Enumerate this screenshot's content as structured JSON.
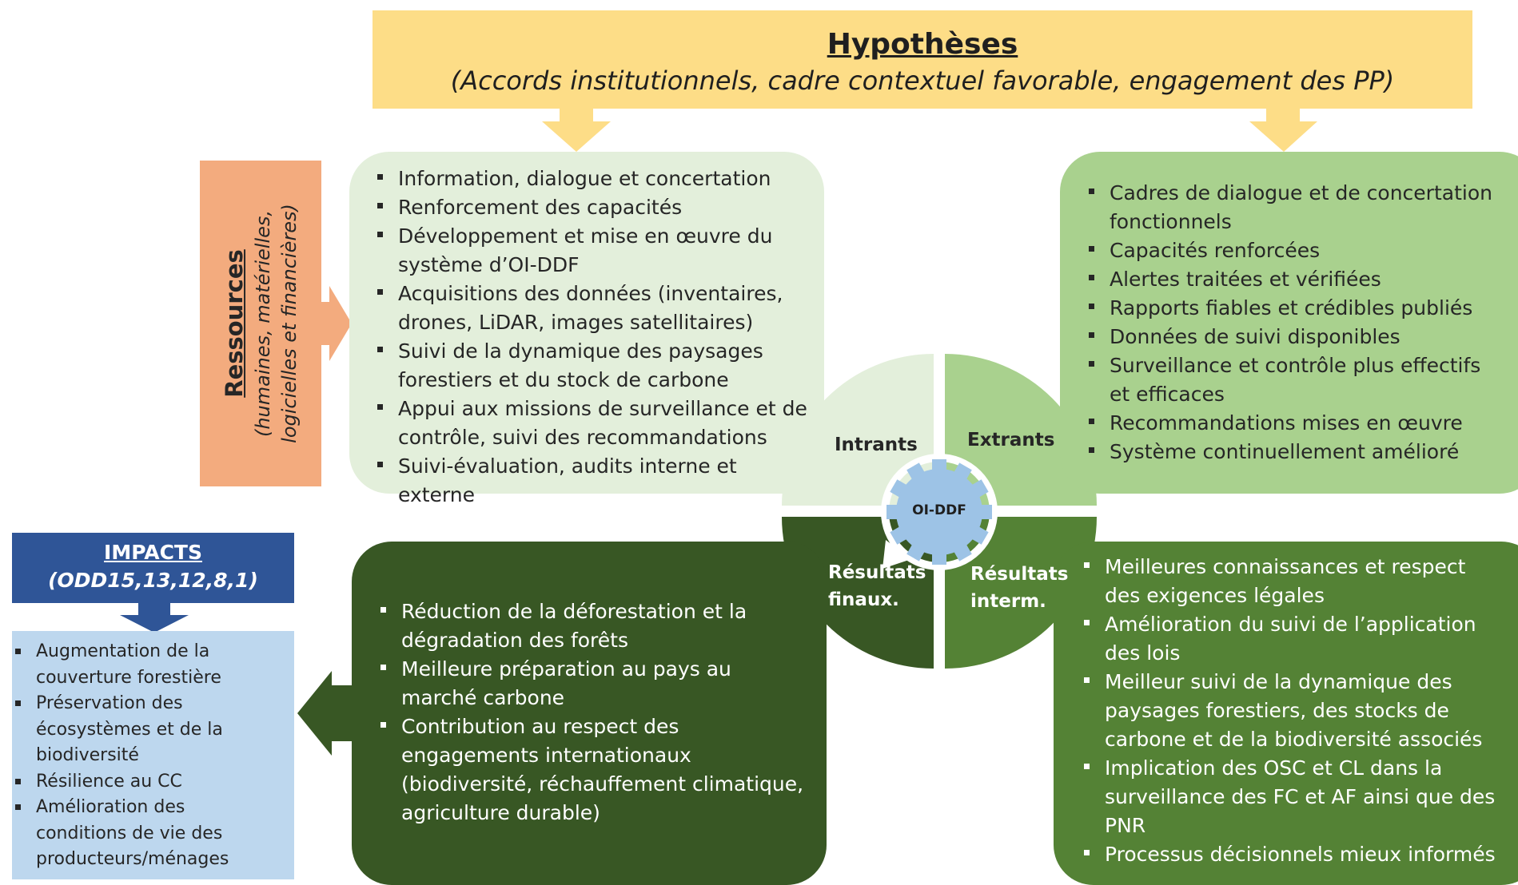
{
  "hypotheses": {
    "title": "Hypothèses",
    "subtitle": "(Accords institutionnels, cadre contextuel favorable, engagement des PP)"
  },
  "ressources": {
    "title": "Ressources",
    "subtitle": "(humaines, matérielles, logicielles et financières)"
  },
  "intrants": {
    "label": "Intrants",
    "items": [
      "Information, dialogue et concertation",
      "Renforcement des capacités",
      "Développement et mise en œuvre du système d’OI-DDF",
      "Acquisitions des données (inventaires, drones, LiDAR, images satellitaires)",
      "Suivi de la dynamique des paysages forestiers et du stock de carbone",
      "Appui aux missions de surveillance et de contrôle, suivi des recommandations",
      "Suivi-évaluation, audits interne et externe"
    ]
  },
  "extrants": {
    "label": "Extrants",
    "items": [
      "Cadres de dialogue et de concertation fonctionnels",
      "Capacités renforcées",
      "Alertes traitées et vérifiées",
      "Rapports fiables et crédibles publiés",
      "Données de suivi disponibles",
      "Surveillance et contrôle plus effectifs et efficaces",
      "Recommandations mises en œuvre",
      "Système continuellement amélioré"
    ]
  },
  "resultats_finaux": {
    "label_line1": "Résultats",
    "label_line2": "finaux.",
    "items": [
      "Réduction de la déforestation et la dégradation des forêts",
      "Meilleure préparation au pays au marché carbone",
      "Contribution au respect des engagements internationaux (biodiversité, réchauffement climatique, agriculture durable)"
    ]
  },
  "resultats_interm": {
    "label_line1": "Résultats",
    "label_line2": "interm.",
    "items": [
      "Meilleures connaissances et respect des exigences légales",
      "Amélioration du suivi de l’application des lois",
      "Meilleur suivi de la dynamique des paysages forestiers, des stocks de carbone et de la biodiversité associés",
      "Implication des OSC et CL dans la surveillance des FC et AF ainsi que des PNR",
      "Processus décisionnels mieux informés"
    ]
  },
  "impacts": {
    "title": "IMPACTS",
    "subtitle": "(ODD15,13,12,8,1)",
    "items": [
      "Augmentation de la couverture forestière",
      "Préservation des écosystèmes et de la biodiversité",
      "Résilience au CC",
      "Amélioration des conditions de vie des producteurs/ménages"
    ]
  },
  "center": {
    "label": "OI-DDF"
  },
  "colors": {
    "hypotheses": "#fddd87",
    "ressources": "#f3ab7e",
    "intrants": "#e3efdb",
    "extrants": "#a9d18e",
    "resultats_finaux": "#385724",
    "resultats_interm": "#548235",
    "impacts_header": "#2f5597",
    "impacts_body": "#bdd7ee",
    "gear": "#9dc3e6"
  }
}
